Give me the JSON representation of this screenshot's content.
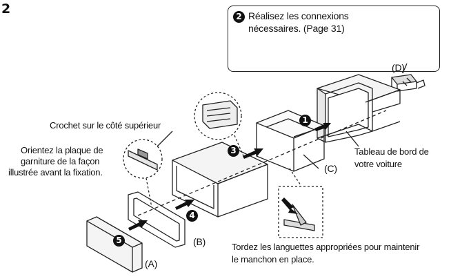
{
  "step_number": "2",
  "callout": {
    "badge": "2",
    "line1": "Réalisez les connexions",
    "line2": "nécessaires. (Page 31)"
  },
  "labels": {
    "D": "(D)",
    "C": "(C)",
    "B": "(B)",
    "A": "(A)"
  },
  "steps": {
    "s1": "1",
    "s3": "3",
    "s4": "4",
    "s5": "5"
  },
  "annotations": {
    "hook": "Crochet sur le côté supérieur",
    "orient_line1": "Orientez la plaque de",
    "orient_line2": "garniture de la façon",
    "orient_line3": "illustrée avant la fixation.",
    "dashboard_line1": "Tableau de bord de",
    "dashboard_line2": "votre voiture",
    "tabs_line1": "Tordez les languettes appropriées pour maintenir",
    "tabs_line2": "le manchon en place."
  }
}
